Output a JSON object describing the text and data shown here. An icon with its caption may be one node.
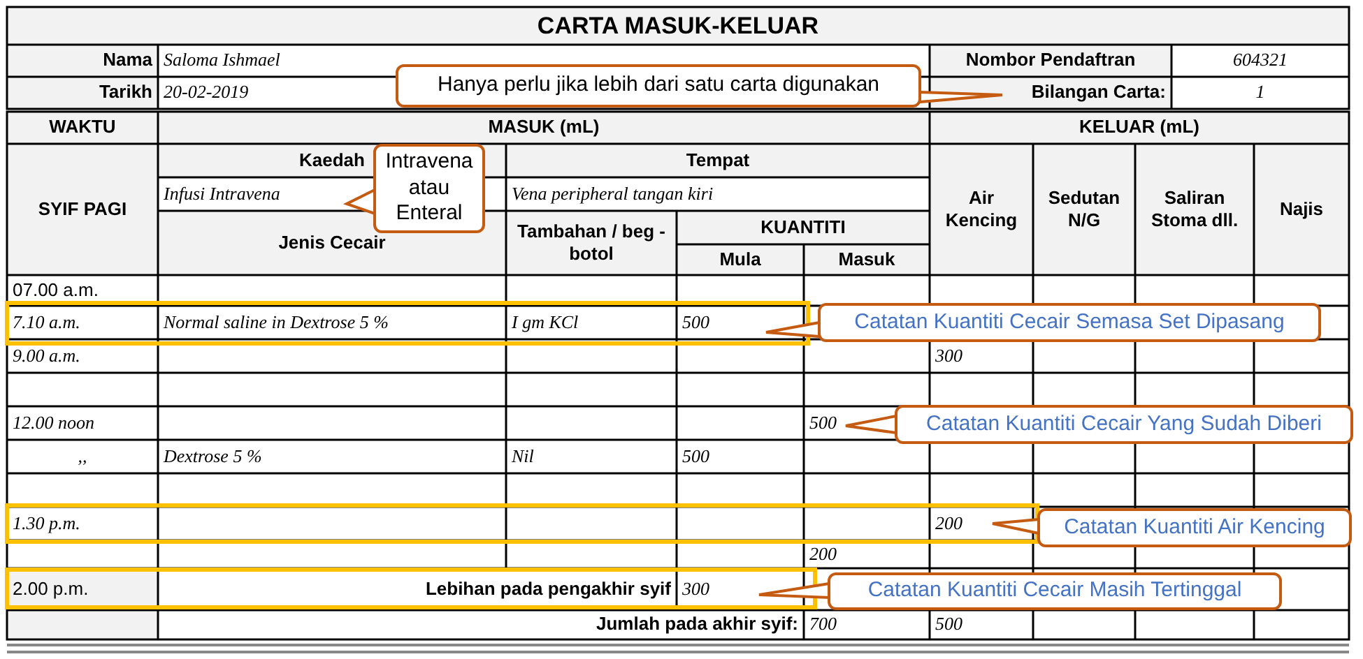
{
  "diagram": {
    "title": "CARTA MASUK-KELUAR",
    "nodes": [
      {
        "text": [
          "Hanya perlu jika lebih dari satu carta digunakan"
        ]
      },
      {
        "text": [
          "Intravena atau Enteral"
        ]
      },
      {
        "text": [
          "Catatan Kuantiti Cecair Semasa Set Dipasang"
        ]
      },
      {
        "text": [
          "Catatan Kuantiti Cecair Yang Sudah Diberi"
        ]
      },
      {
        "text": [
          "Catatan Kuantiti Air Kencing"
        ]
      },
      {
        "text": [
          "Catatan Kuantiti Cecair Masih Tertinggal"
        ]
      }
    ],
    "edges": [
      {
        "from": 0,
        "to": null,
        "arrow": "to"
      },
      {
        "from": 1,
        "to": null,
        "arrow": "to"
      },
      {
        "from": 2,
        "to": null,
        "arrow": "to"
      },
      {
        "from": 3,
        "to": null,
        "arrow": "to"
      },
      {
        "from": 4,
        "to": null,
        "arrow": "to"
      },
      {
        "from": 5,
        "to": null,
        "arrow": "to"
      }
    ],
    "labels": [
      "Nama",
      "Saloma Ishmael",
      "Nombor Pendaftran",
      "604321",
      "Tarikh",
      "20-02-2019",
      "Bilangan Carta:",
      "1",
      "WAKTU",
      "MASUK (mL)",
      "KELUAR (mL)",
      "Kaedah",
      "Tempat",
      "SYIF PAGI",
      "Infusi Intravena",
      "Vena peripheral tangan kiri",
      "Air Kencing",
      "Sedutan N/G",
      "Saliran Stoma dll.",
      "Najis",
      "Jenis Cecair",
      "Tambahan / beg - botol",
      "KUANTITI",
      "Mula",
      "Masuk",
      "07.00 a.m.",
      "7.10 a.m.",
      "Normal saline in Dextrose 5 %",
      "I gm KCl",
      "500",
      "9.00 a.m.",
      "300",
      "12.00 noon",
      "500",
      ",,",
      "Dextrose 5 %",
      "Nil",
      "500",
      "1.30 p.m.",
      "200",
      "200",
      "2.00 p.m.",
      "Lebihan pada pengakhir syif",
      "300",
      "Jumlah pada akhir syif:",
      "700",
      "500"
    ]
  }
}
